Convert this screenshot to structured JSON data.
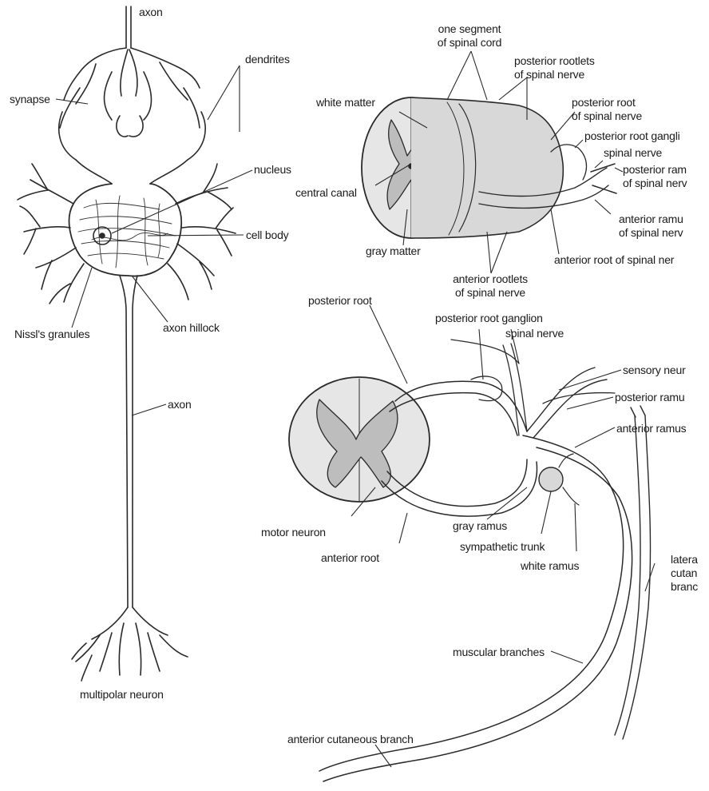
{
  "neuron": {
    "axon_top": "axon",
    "synapse": "synapse",
    "dendrites": "dendrites",
    "nucleus": "nucleus",
    "cell_body": "cell body",
    "nissl": "Nissl's granules",
    "axon_hillock": "axon hillock",
    "axon_mid": "axon",
    "caption": "multipolar neuron"
  },
  "segment": {
    "one_segment": [
      "one segment",
      "of spinal cord"
    ],
    "white_matter": "white matter",
    "central_canal": "central canal",
    "gray_matter": "gray matter",
    "posterior_rootlets": [
      "posterior rootlets",
      "of spinal nerve"
    ],
    "posterior_root": [
      "posterior root",
      "of spinal nerve"
    ],
    "posterior_root_ganglion": "posterior root gangli",
    "spinal_nerve": "spinal nerve",
    "posterior_ramus": [
      "posterior ram",
      "of spinal nerv"
    ],
    "anterior_ramus": [
      "anterior ramu",
      "of spinal nerv"
    ],
    "anterior_root": "anterior root of spinal ner",
    "anterior_rootlets": [
      "anterior rootlets",
      "of spinal nerve"
    ]
  },
  "cross": {
    "posterior_root": "posterior root",
    "posterior_root_ganglion": "posterior root ganglion",
    "spinal_nerve": "spinal nerve",
    "sensory_neuron": "sensory neur",
    "posterior_ramus": "posterior ramu",
    "anterior_ramus": "anterior ramus",
    "lateral_cutaneous": [
      "latera",
      "cutan",
      "branc"
    ],
    "motor_neuron": "motor neuron",
    "anterior_root": "anterior root",
    "gray_ramus": "gray ramus",
    "sympathetic_trunk": "sympathetic trunk",
    "white_ramus": "white ramus",
    "muscular_branches": "muscular branches",
    "anterior_cutaneous_branch": "anterior cutaneous branch"
  }
}
